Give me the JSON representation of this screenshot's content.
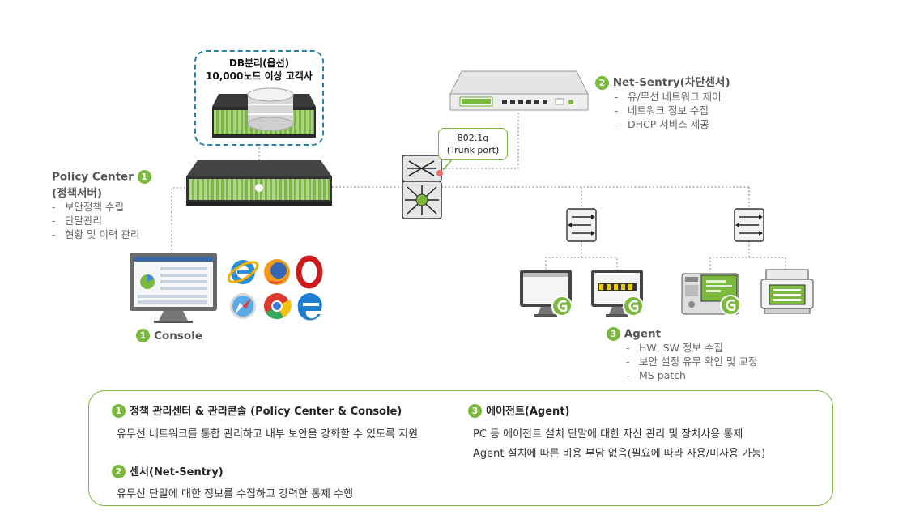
{
  "db_box": {
    "title_line1": "DB분리(옵션)",
    "title_line2": "10,000노드 이상 고객사"
  },
  "policy_center": {
    "badge": "1",
    "title": "Policy Center",
    "subtitle": "(정책서버)",
    "items": [
      "보안정책 수립",
      "단말관리",
      "현황 및 이력 관리"
    ]
  },
  "net_sentry": {
    "badge": "2",
    "title": "Net-Sentry(차단센서)",
    "items": [
      "유/무선 네트워크 제어",
      "네트워크 정보 수집",
      "DHCP 서비스 제공"
    ]
  },
  "trunk_callout": {
    "line1": "802.1q",
    "line2": "(Trunk port)"
  },
  "console": {
    "badge": "1",
    "label": "Console"
  },
  "agent": {
    "badge": "3",
    "title": "Agent",
    "items": [
      "HW, SW 정보 수집",
      "보안 설정 유무 확인 및 교정",
      "MS patch"
    ]
  },
  "summary": {
    "s1_badge": "1",
    "s1_title": "정책 관리센터 & 관리콘솔 (Policy Center & Console)",
    "s1_text": "유무선 네트워크를 통합 관리하고 내부 보안을 강화할 수 있도록 지원",
    "s2_badge": "2",
    "s2_title": "센서(Net-Sentry)",
    "s2_text": "유무선 단말에 대한 정보를 수집하고 강력한 통제 수행",
    "s3_badge": "3",
    "s3_title": "에이전트(Agent)",
    "s3_text1": "PC 등 에이전트 설치 단말에 대한 자산 관리 및 장치사용 통제",
    "s3_text2": "Agent 설치에 따른 비용 부담 없음(필요에 따라 사용/미사용 가능)"
  },
  "colors": {
    "accent_green": "#7ab93c",
    "db_border": "#2a7fa6",
    "link_line": "#9a9a9a"
  },
  "icons": [
    "server-icon",
    "database-icon",
    "switch-icon",
    "router-icon",
    "monitor-icon",
    "printer-icon",
    "agent-logo-icon",
    "ie-icon",
    "firefox-icon",
    "opera-icon",
    "safari-icon",
    "chrome-icon",
    "edge-icon"
  ]
}
